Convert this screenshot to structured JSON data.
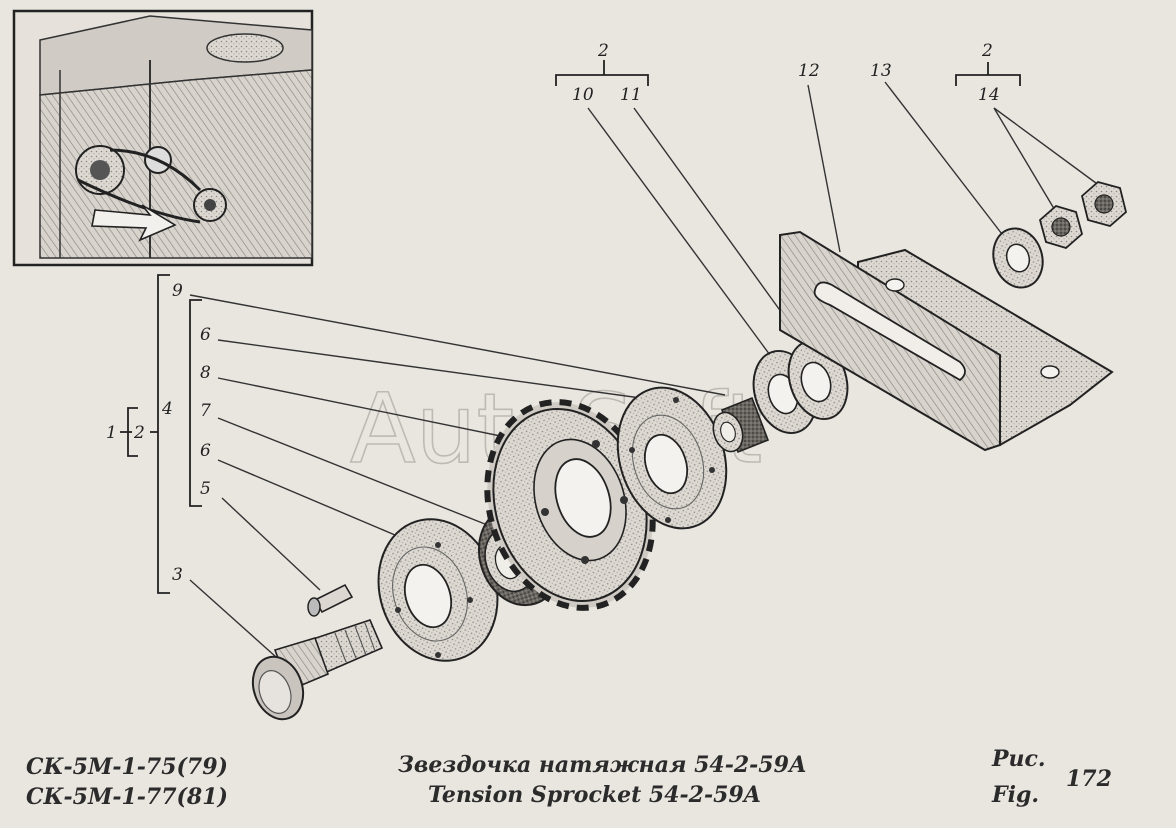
{
  "callouts": {
    "n1": "1",
    "n2a": "2",
    "n2b": "2",
    "n2c": "2",
    "n3": "3",
    "n4": "4",
    "n5": "5",
    "n6a": "6",
    "n6b": "6",
    "n7": "7",
    "n8": "8",
    "n9": "9",
    "n10": "10",
    "n11": "11",
    "n12": "12",
    "n13": "13",
    "n14": "14"
  },
  "watermark": "AutoSoft",
  "caption": {
    "model_line1": "СК-5М-1-75(79)",
    "model_line2": "СК-5М-1-77(81)",
    "title_ru": "Звездочка натяжная 54-2-59А",
    "title_en": "Tension Sprocket 54-2-59A",
    "fig_ru": "Рис.",
    "fig_en": "Fig.",
    "fig_number": "172"
  }
}
